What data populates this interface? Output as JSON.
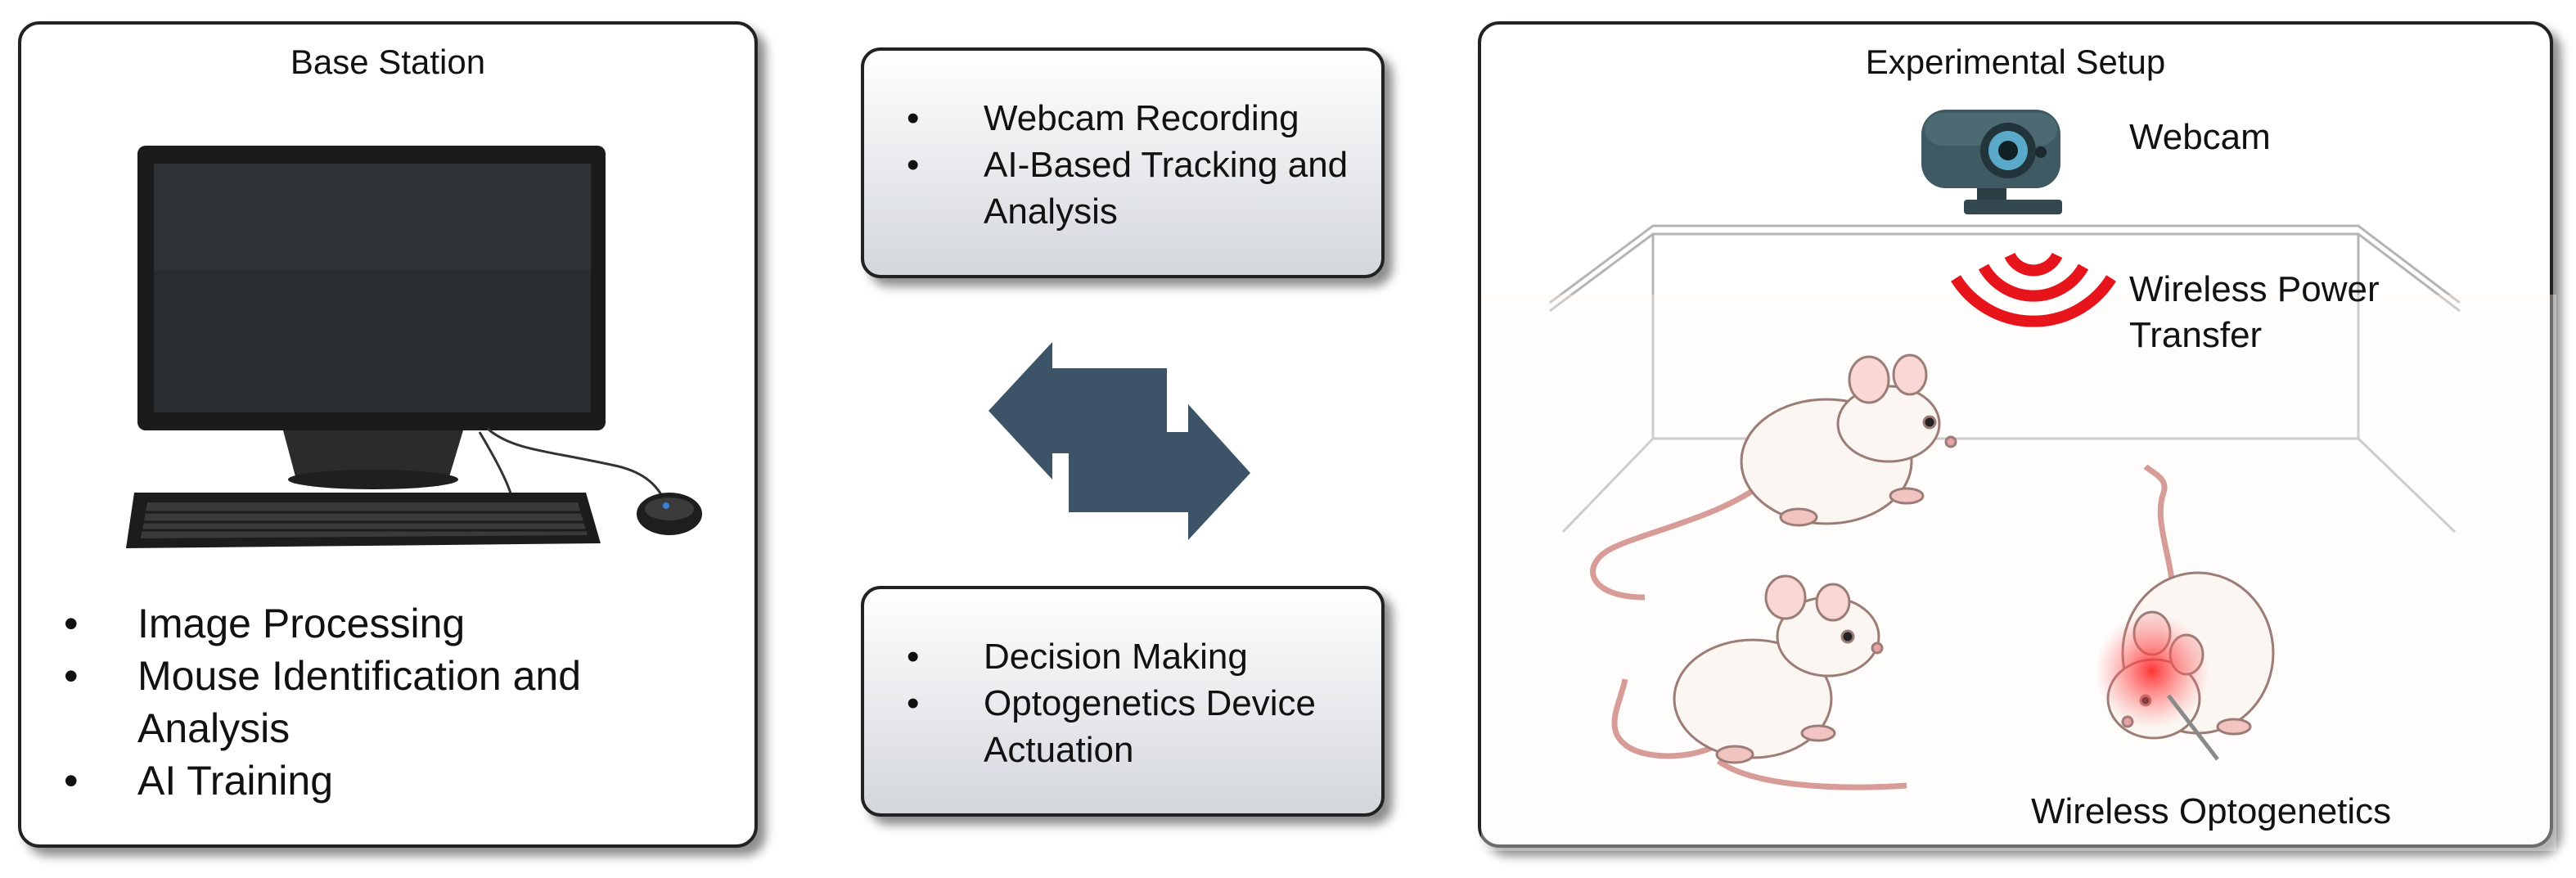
{
  "base_station": {
    "title": "Base Station",
    "bullets": [
      {
        "bullet": "•",
        "text": "Image Processing"
      },
      {
        "bullet": "•",
        "text": "Mouse Identification and Analysis"
      },
      {
        "bullet": "•",
        "text": "AI Training"
      }
    ]
  },
  "processing_box": {
    "bullets": [
      {
        "bullet": "•",
        "text": "Webcam Recording"
      },
      {
        "bullet": "•",
        "text": "AI-Based Tracking and Analysis"
      }
    ]
  },
  "control_box": {
    "bullets": [
      {
        "bullet": "•",
        "text": "Decision Making"
      },
      {
        "bullet": "•",
        "text": "Optogenetics Device Actuation"
      }
    ]
  },
  "experimental_setup": {
    "title": "Experimental Setup",
    "webcam_label": "Webcam",
    "wpt_label": "Wireless Power Transfer",
    "optogenetics_label": "Wireless Optogenetics"
  },
  "colors": {
    "arrow": "#3d5468",
    "wireless_signal": "#e8141b",
    "optogenetic_light": "#f03a3a"
  }
}
